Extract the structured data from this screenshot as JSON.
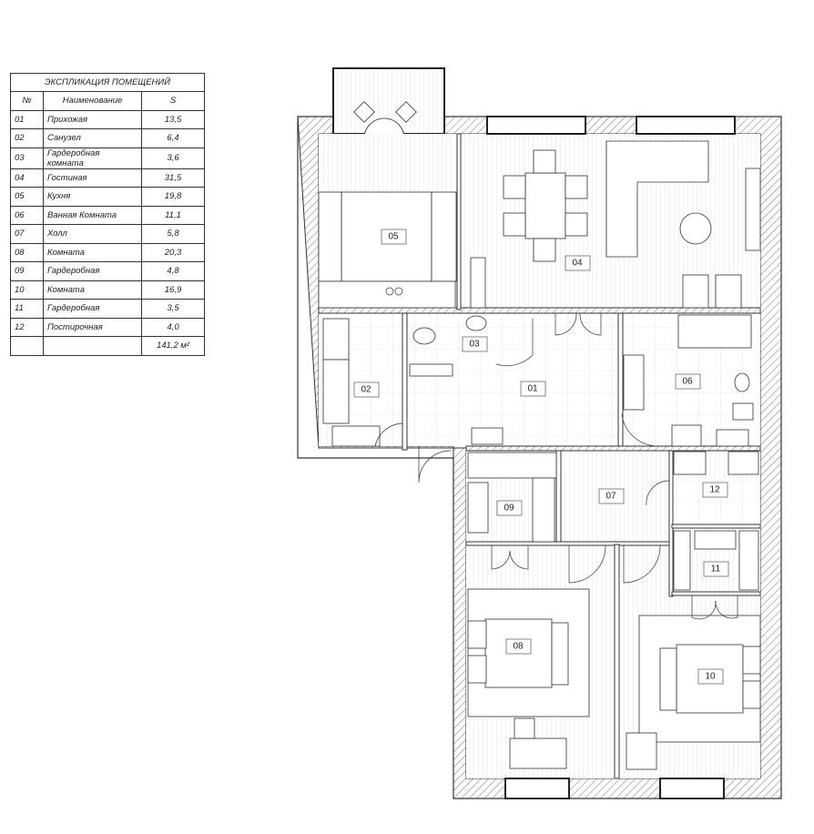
{
  "explication": {
    "title": "ЭКСПЛИКАЦИЯ ПОМЕЩЕНИЙ",
    "headers": {
      "num": "№",
      "name": "Наименование",
      "area": "S"
    },
    "rows": [
      {
        "num": "01",
        "name": "Прихожая",
        "area": "13,5"
      },
      {
        "num": "02",
        "name": "Санузел",
        "area": "6,4"
      },
      {
        "num": "03",
        "name": "Гардеробная комната",
        "area": "3,6"
      },
      {
        "num": "04",
        "name": "Гостиная",
        "area": "31,5"
      },
      {
        "num": "05",
        "name": "Кухня",
        "area": "19,8"
      },
      {
        "num": "06",
        "name": "Ванная Комната",
        "area": "11,1"
      },
      {
        "num": "07",
        "name": "Холл",
        "area": "5,8"
      },
      {
        "num": "08",
        "name": "Комната",
        "area": "20,3"
      },
      {
        "num": "09",
        "name": "Гардеробная",
        "area": "4,8"
      },
      {
        "num": "10",
        "name": "Комната",
        "area": "16,9"
      },
      {
        "num": "11",
        "name": "Гардеробная",
        "area": "3,5"
      },
      {
        "num": "12",
        "name": "Постирочная",
        "area": "4,0"
      }
    ],
    "total": "141,2 м²"
  },
  "plan": {
    "labels": {
      "r01": "01",
      "r02": "02",
      "r03": "03",
      "r04": "04",
      "r05": "05",
      "r06": "06",
      "r07": "07",
      "r08": "08",
      "r09": "09",
      "r10": "10",
      "r11": "11",
      "r12": "12"
    }
  }
}
